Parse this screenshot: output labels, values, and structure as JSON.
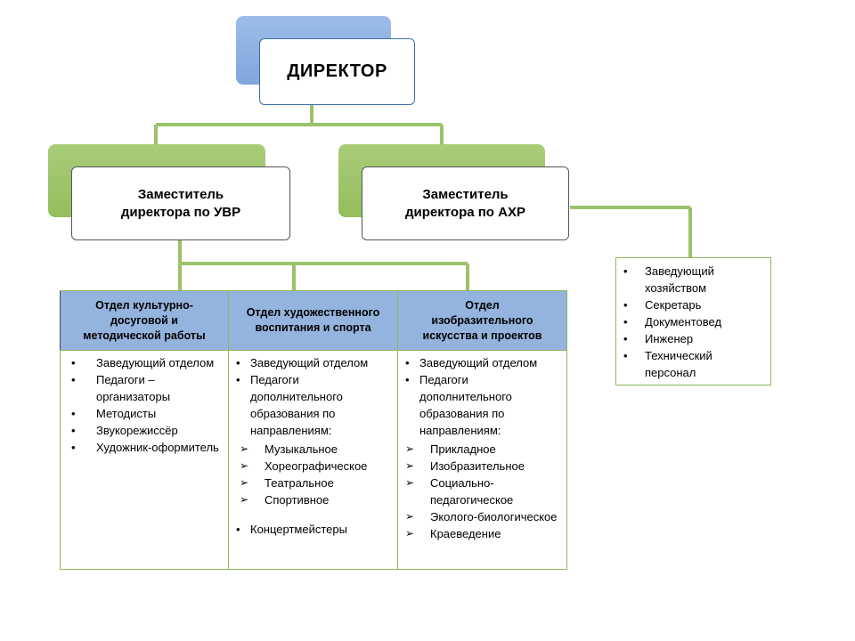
{
  "director": {
    "title": "ДИРЕКТОР"
  },
  "deputies": [
    {
      "title": "Заместитель директора по УВР"
    },
    {
      "title": "Заместитель директора по АХР"
    }
  ],
  "departments": [
    {
      "title": "Отдел  культурно-досуговой и методической работы",
      "staff": [
        "Заведующий отделом",
        "Педагоги – организаторы",
        "Методисты",
        "Звукорежиссёр",
        "Художник-оформитель"
      ]
    },
    {
      "title": "Отдел художественного воспитания и спорта",
      "staff": [
        "Заведующий отделом",
        "Педагоги дополнительного образования по направлениям:"
      ],
      "directions": [
        "Музыкальное",
        "Хореографическое",
        "Театральное",
        "Спортивное"
      ],
      "extra": [
        "Концертмейстеры"
      ]
    },
    {
      "title": "Отдел изобразительного искусства и проектов",
      "staff": [
        "Заведующий отделом",
        "Педагоги дополнительного образования по направлениям:"
      ],
      "directions": [
        "Прикладное",
        "Изобразительное",
        "Социально-педагогическое",
        "Эколого-биологическое",
        "Краеведение"
      ]
    }
  ],
  "axr_staff": [
    "Заведующий хозяйством",
    "Секретарь",
    "Документовед",
    "Инженер",
    "Технический персонал"
  ],
  "colors": {
    "connector": "#9bc36b",
    "director_shadow": "#8bb0e2",
    "deputy_shadow": "#9fc66b",
    "header_fill": "#94b3dd",
    "border_front": "#3f6fae"
  }
}
